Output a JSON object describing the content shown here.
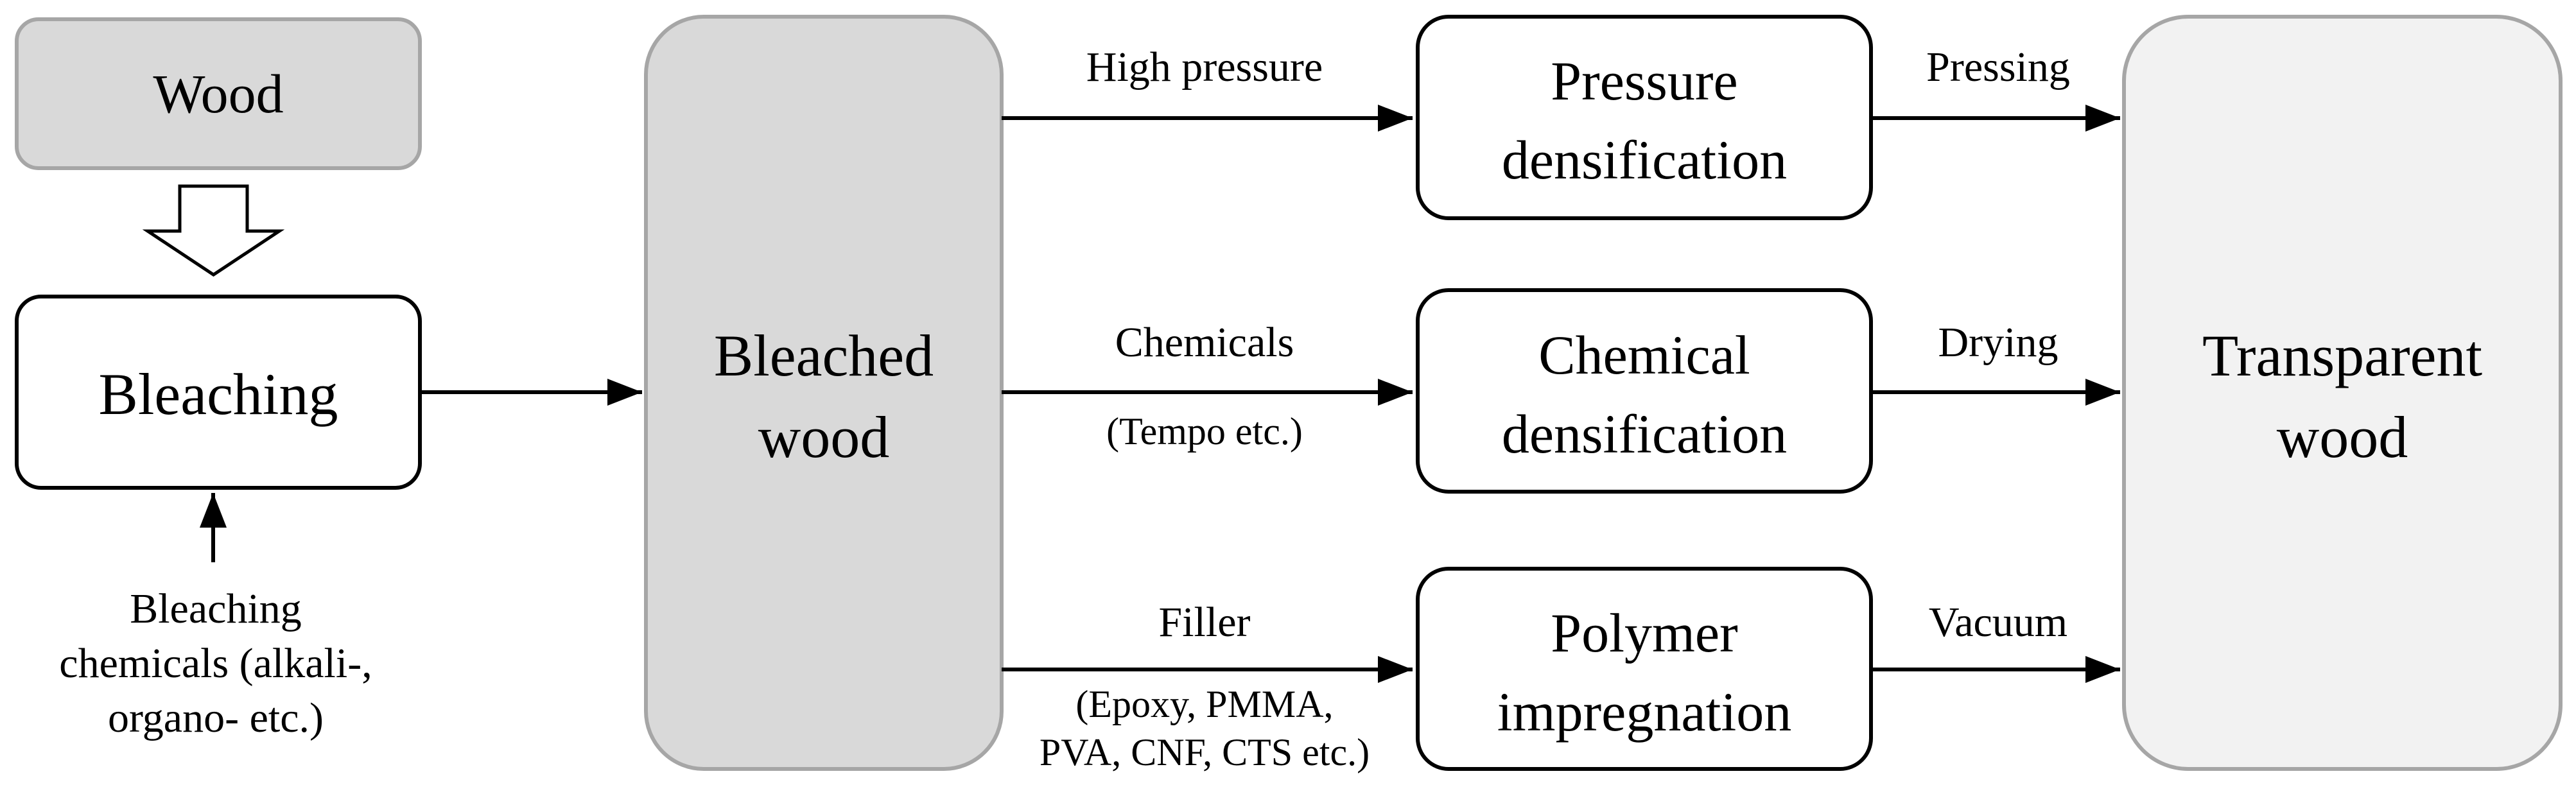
{
  "colors": {
    "gray_fill": "#d9d9d9",
    "light_fill": "#f2f2f2",
    "white_fill": "#ffffff",
    "stroke_dark": "#000000",
    "stroke_gray": "#a6a6a6"
  },
  "nodes": {
    "wood": "Wood",
    "bleaching": "Bleaching",
    "bleaching_chemicals": {
      "line1": "Bleaching",
      "line2": "chemicals (alkali-,",
      "line3": "organo- etc.)"
    },
    "bleached_wood": {
      "line1": "Bleached",
      "line2": "wood"
    },
    "pressure_densification": {
      "line1": "Pressure",
      "line2": "densification"
    },
    "chemical_densification": {
      "line1": "Chemical",
      "line2": "densification"
    },
    "polymer_impregnation": {
      "line1": "Polymer",
      "line2": "impregnation"
    },
    "transparent_wood": {
      "line1": "Transparent",
      "line2": "wood"
    }
  },
  "edges": {
    "high_pressure": "High pressure",
    "chemicals": "Chemicals",
    "chemicals_note": "(Tempo etc.)",
    "filler": "Filler",
    "filler_note_line1": "(Epoxy, PMMA,",
    "filler_note_line2": "PVA, CNF, CTS etc.)",
    "pressing": "Pressing",
    "drying": "Drying",
    "vacuum": "Vacuum"
  }
}
